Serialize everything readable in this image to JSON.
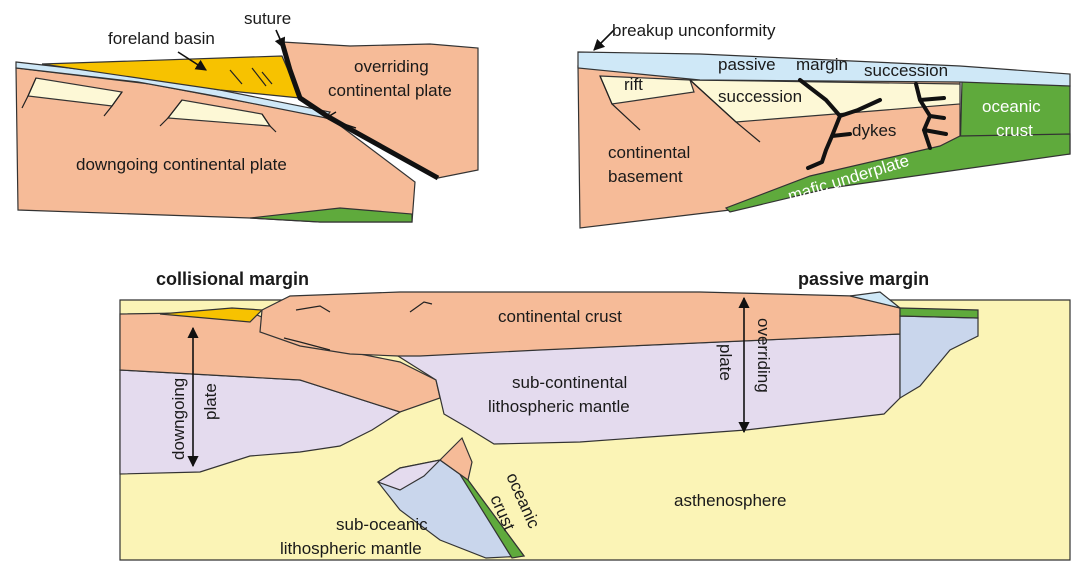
{
  "colors": {
    "continental": "#f6bb98",
    "sediment_light": "#fdf8d6",
    "foreland": "#f7c200",
    "blue_light": "#cfe8f7",
    "oceanic_crust": "#5faa3c",
    "mantle_lith": "#e4dbee",
    "mantle_oceanic": "#c9d6ec",
    "asthenosphere": "#fbf4b6",
    "suture": "#111111"
  },
  "panel_top_left": {
    "foreland_basin": "foreland basin",
    "suture": "suture",
    "overriding_line1": "overriding",
    "overriding_line2": "continental plate",
    "downgoing": "downgoing continental plate"
  },
  "panel_top_right": {
    "breakup_unconformity": "breakup unconformity",
    "passive": "passive",
    "margin": "margin",
    "succession_top": "succession",
    "rift": "rift",
    "succession_mid": "succession",
    "dykes": "dykes",
    "continental_line1": "continental",
    "continental_line2": "basement",
    "oceanic_line1": "oceanic",
    "oceanic_line2": "crust",
    "mafic_underplate": "mafic underplate"
  },
  "headings": {
    "collisional_margin": "collisional margin",
    "passive_margin": "passive margin"
  },
  "panel_bottom": {
    "continental_crust": "continental crust",
    "overriding": "overriding",
    "plate_right": "plate",
    "downgoing": "downgoing",
    "plate_left": "plate",
    "subcont_line1": "sub-continental",
    "subcont_line2": "lithospheric mantle",
    "asthenosphere": "asthenosphere",
    "suboceanic_line1": "sub-oceanic",
    "suboceanic_line2": "lithospheric mantle",
    "oceanic": "oceanic",
    "crust": "crust"
  }
}
